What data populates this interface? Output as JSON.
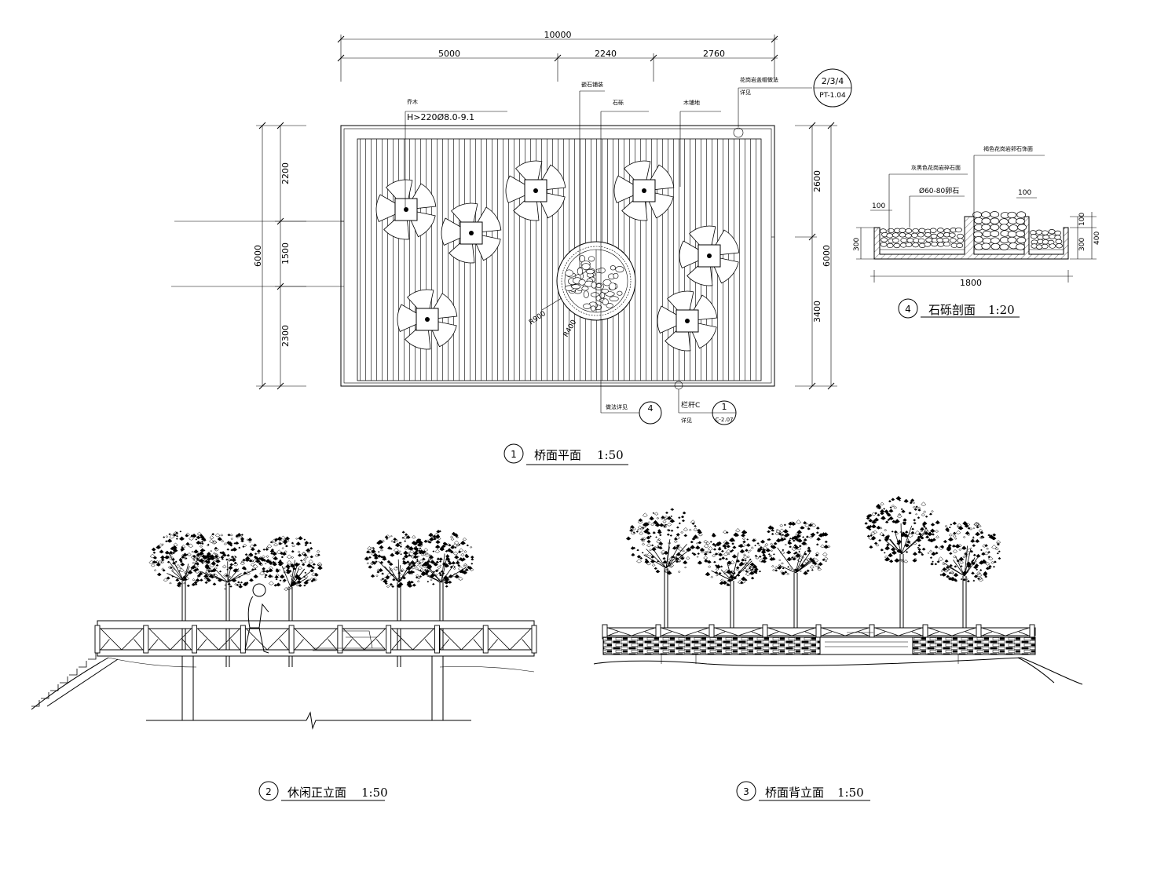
{
  "plan": {
    "dims_top": {
      "overall": "10000",
      "seg1": "5000",
      "seg2": "2240",
      "seg3": "2760"
    },
    "dims_left": {
      "overall": "6000",
      "seg1": "2200",
      "seg2": "1500",
      "seg3": "2300"
    },
    "dims_right": {
      "overall": "6000",
      "seg1": "2600",
      "seg2": "3400"
    },
    "labels": {
      "tree": "乔木",
      "tree_spec": "H>220Ø8.0-9.1",
      "stone_setting": "嵌石铺装",
      "stone_bed": "石砾",
      "timber_deck": "木铺地",
      "planter_detail": "花岗岩盖帽做法",
      "see": "详见",
      "ref_top": "2/3/4",
      "ref_bottom": "PT-1.04",
      "radius_outer": "R900",
      "radius_inner": "R400",
      "method_see": "做法详见",
      "method_ref": "4",
      "railing": "栏杆C",
      "railing_see": "详见",
      "railing_ref_top": "1",
      "railing_ref_bottom": "C-2.07"
    },
    "title_num": "1",
    "title": "桥面平面",
    "scale": "1:50"
  },
  "section": {
    "labels": {
      "note_left": "灰黑色花岗岩碎石面",
      "note_right": "褐色花岗岩卵石饰面",
      "pebble_spec": "Ø60-80卵石",
      "dim_100_a": "100",
      "dim_100_b": "100",
      "dim_100_c": "100",
      "dim_300_left": "300",
      "dim_300_right": "300",
      "dim_400": "400",
      "width": "1800"
    },
    "title_num": "4",
    "title": "石砾剖面",
    "scale": "1:20"
  },
  "elev_front": {
    "title_num": "2",
    "title": "休闲正立面",
    "scale": "1:50"
  },
  "elev_back": {
    "title_num": "3",
    "title": "桥面背立面",
    "scale": "1:50"
  }
}
